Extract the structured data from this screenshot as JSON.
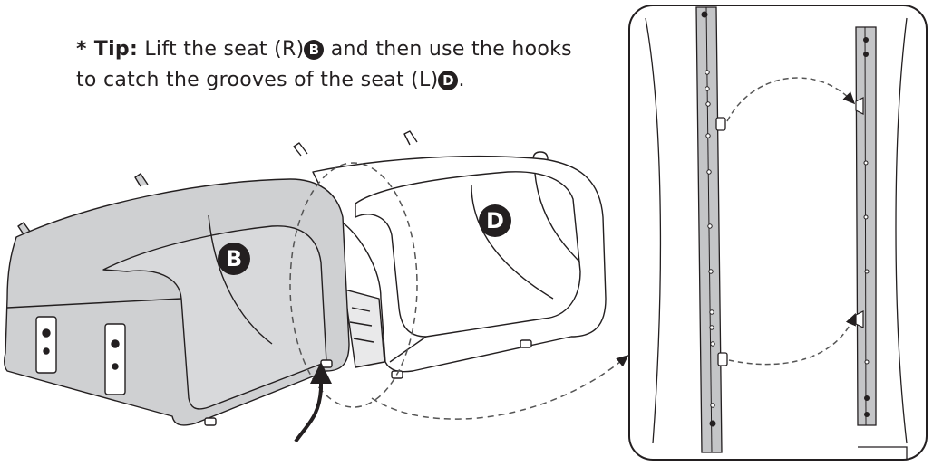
{
  "tip": {
    "label": "* Tip:",
    "text_1": "Lift the seat (R)",
    "seat_r_letter": "B",
    "text_2": "and then use the hooks",
    "text_3": "to catch the grooves of the seat (L)",
    "seat_l_letter": "D",
    "text_4": "."
  },
  "markers": {
    "seat_r": "B",
    "seat_l": "D"
  },
  "colors": {
    "ink": "#231f20",
    "seat_r_fill": "#cfd0d2",
    "rail_fill": "#c4c5c7",
    "paper": "#ffffff"
  }
}
